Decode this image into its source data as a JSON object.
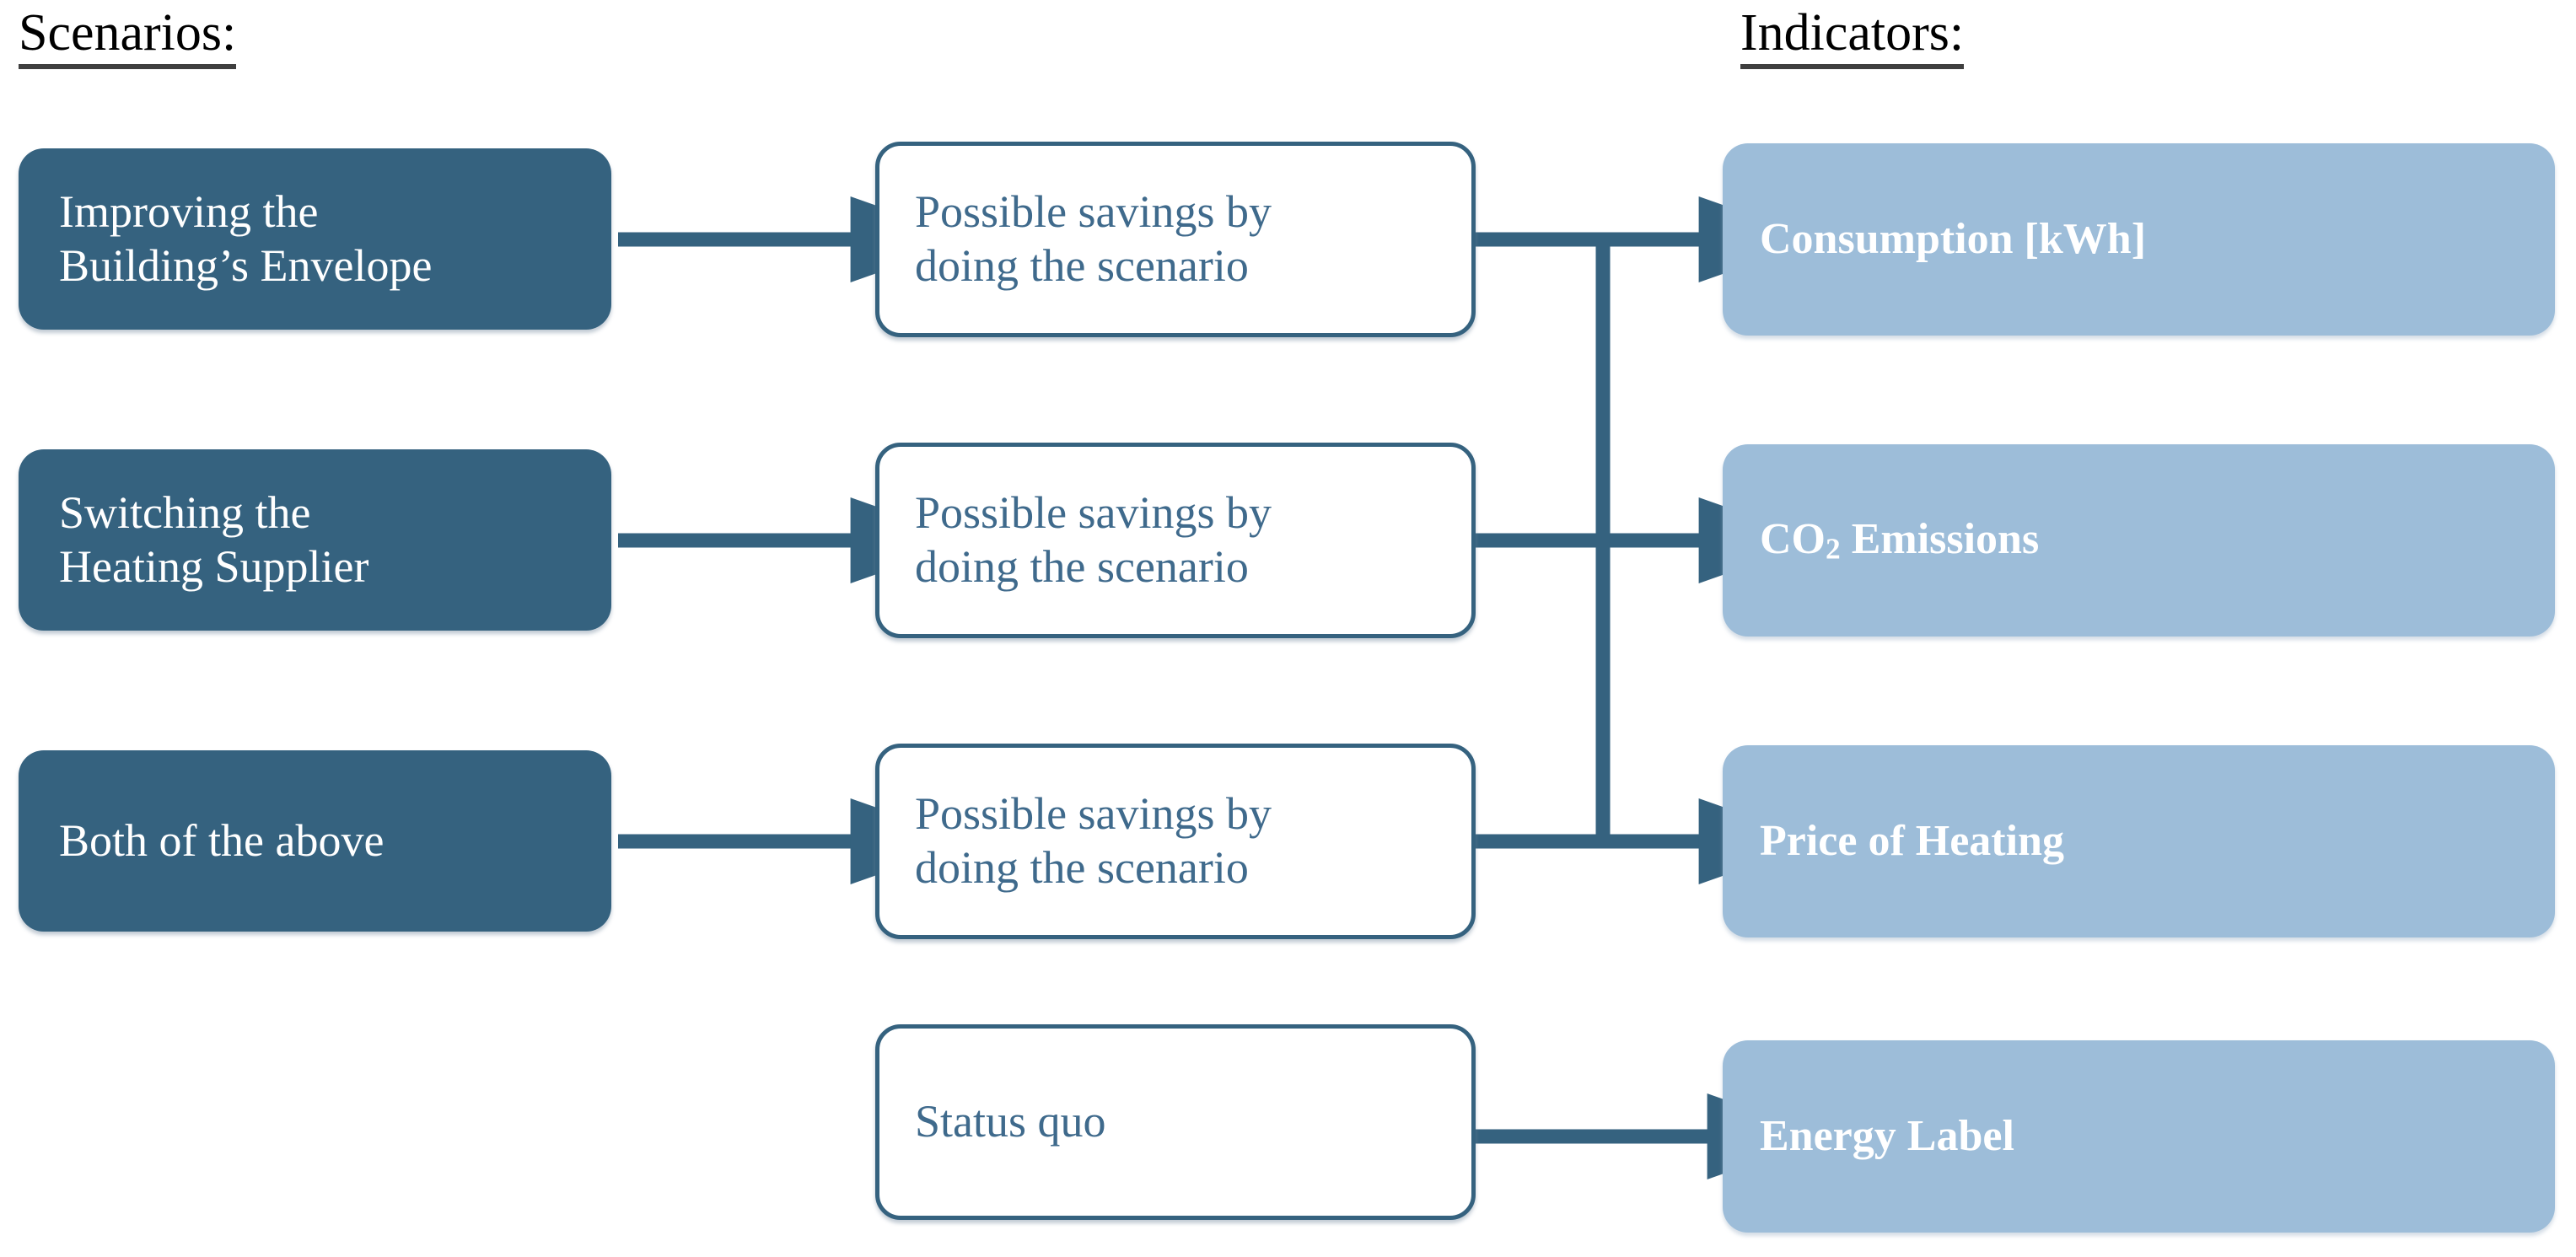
{
  "headers": {
    "scenarios": "Scenarios:",
    "indicators": "Indicators:"
  },
  "colors": {
    "scenario_fill": "#35627f",
    "savings_border": "#35627f",
    "savings_text": "#3f6a8c",
    "indicator_fill": "#9dbdd9",
    "arrow": "#35627f",
    "header_text": "#000000",
    "page_background": "#ffffff"
  },
  "scenarios": [
    {
      "id": "improving-envelope",
      "label": "Improving the\nBuilding’s Envelope"
    },
    {
      "id": "switching-supplier",
      "label": "Switching the\nHeating Supplier"
    },
    {
      "id": "both-of-the-above",
      "label": "Both of the above"
    }
  ],
  "savings": [
    {
      "id": "savings-1",
      "label": "Possible savings by\ndoing the scenario"
    },
    {
      "id": "savings-2",
      "label": "Possible savings by\ndoing the scenario"
    },
    {
      "id": "savings-3",
      "label": "Possible savings by\ndoing the scenario"
    },
    {
      "id": "status-quo",
      "label": "Status quo"
    }
  ],
  "indicators": [
    {
      "id": "consumption",
      "label": "Consumption [kWh]",
      "text_main": "Consumption [kWh]",
      "subscript": ""
    },
    {
      "id": "co2-emissions",
      "label": "CO2 Emissions",
      "text_main": "CO",
      "subscript": "2",
      "text_tail": " Emissions"
    },
    {
      "id": "price-of-heating",
      "label": "Price of Heating",
      "text_main": "Price of Heating",
      "subscript": ""
    },
    {
      "id": "energy-label",
      "label": "Energy Label",
      "text_main": "Energy Label",
      "subscript": ""
    }
  ],
  "connections": [
    {
      "from": "improving-envelope",
      "to": "savings-1"
    },
    {
      "from": "switching-supplier",
      "to": "savings-2"
    },
    {
      "from": "both-of-the-above",
      "to": "savings-3"
    },
    {
      "from": "savings-1",
      "to": "consumption"
    },
    {
      "from": "savings-2",
      "to": "co2-emissions"
    },
    {
      "from": "savings-3",
      "to": "price-of-heating"
    },
    {
      "from": "status-quo",
      "to": "energy-label"
    },
    {
      "from": "savings-bus",
      "to": "all-indicators",
      "note": "vertical bus joining the three savings outputs"
    }
  ]
}
